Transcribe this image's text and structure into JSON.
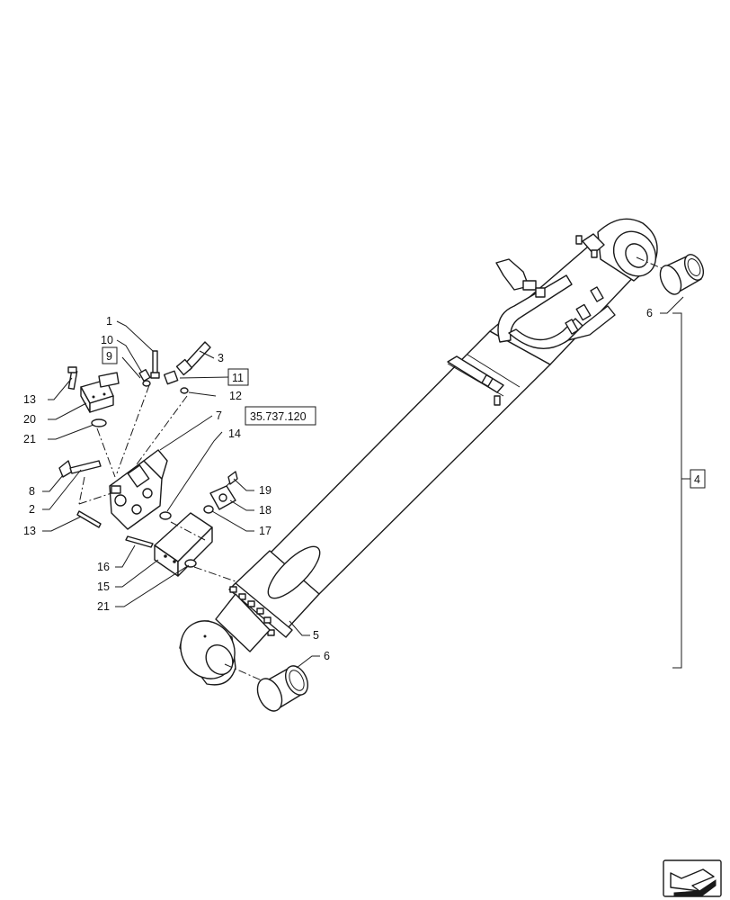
{
  "callouts": {
    "c1": "1",
    "c10": "10",
    "c9": "9",
    "c3": "3",
    "c11": "11",
    "c12": "12",
    "c13a": "13",
    "c20": "20",
    "c21a": "21",
    "c7": "7",
    "ref": "35.737.120",
    "c14": "14",
    "c8": "8",
    "c2": "2",
    "c13b": "13",
    "c19": "19",
    "c18": "18",
    "c17": "17",
    "c16": "16",
    "c15": "15",
    "c21b": "21",
    "c5": "5",
    "c6a": "6",
    "c6b": "6",
    "c4": "4"
  }
}
